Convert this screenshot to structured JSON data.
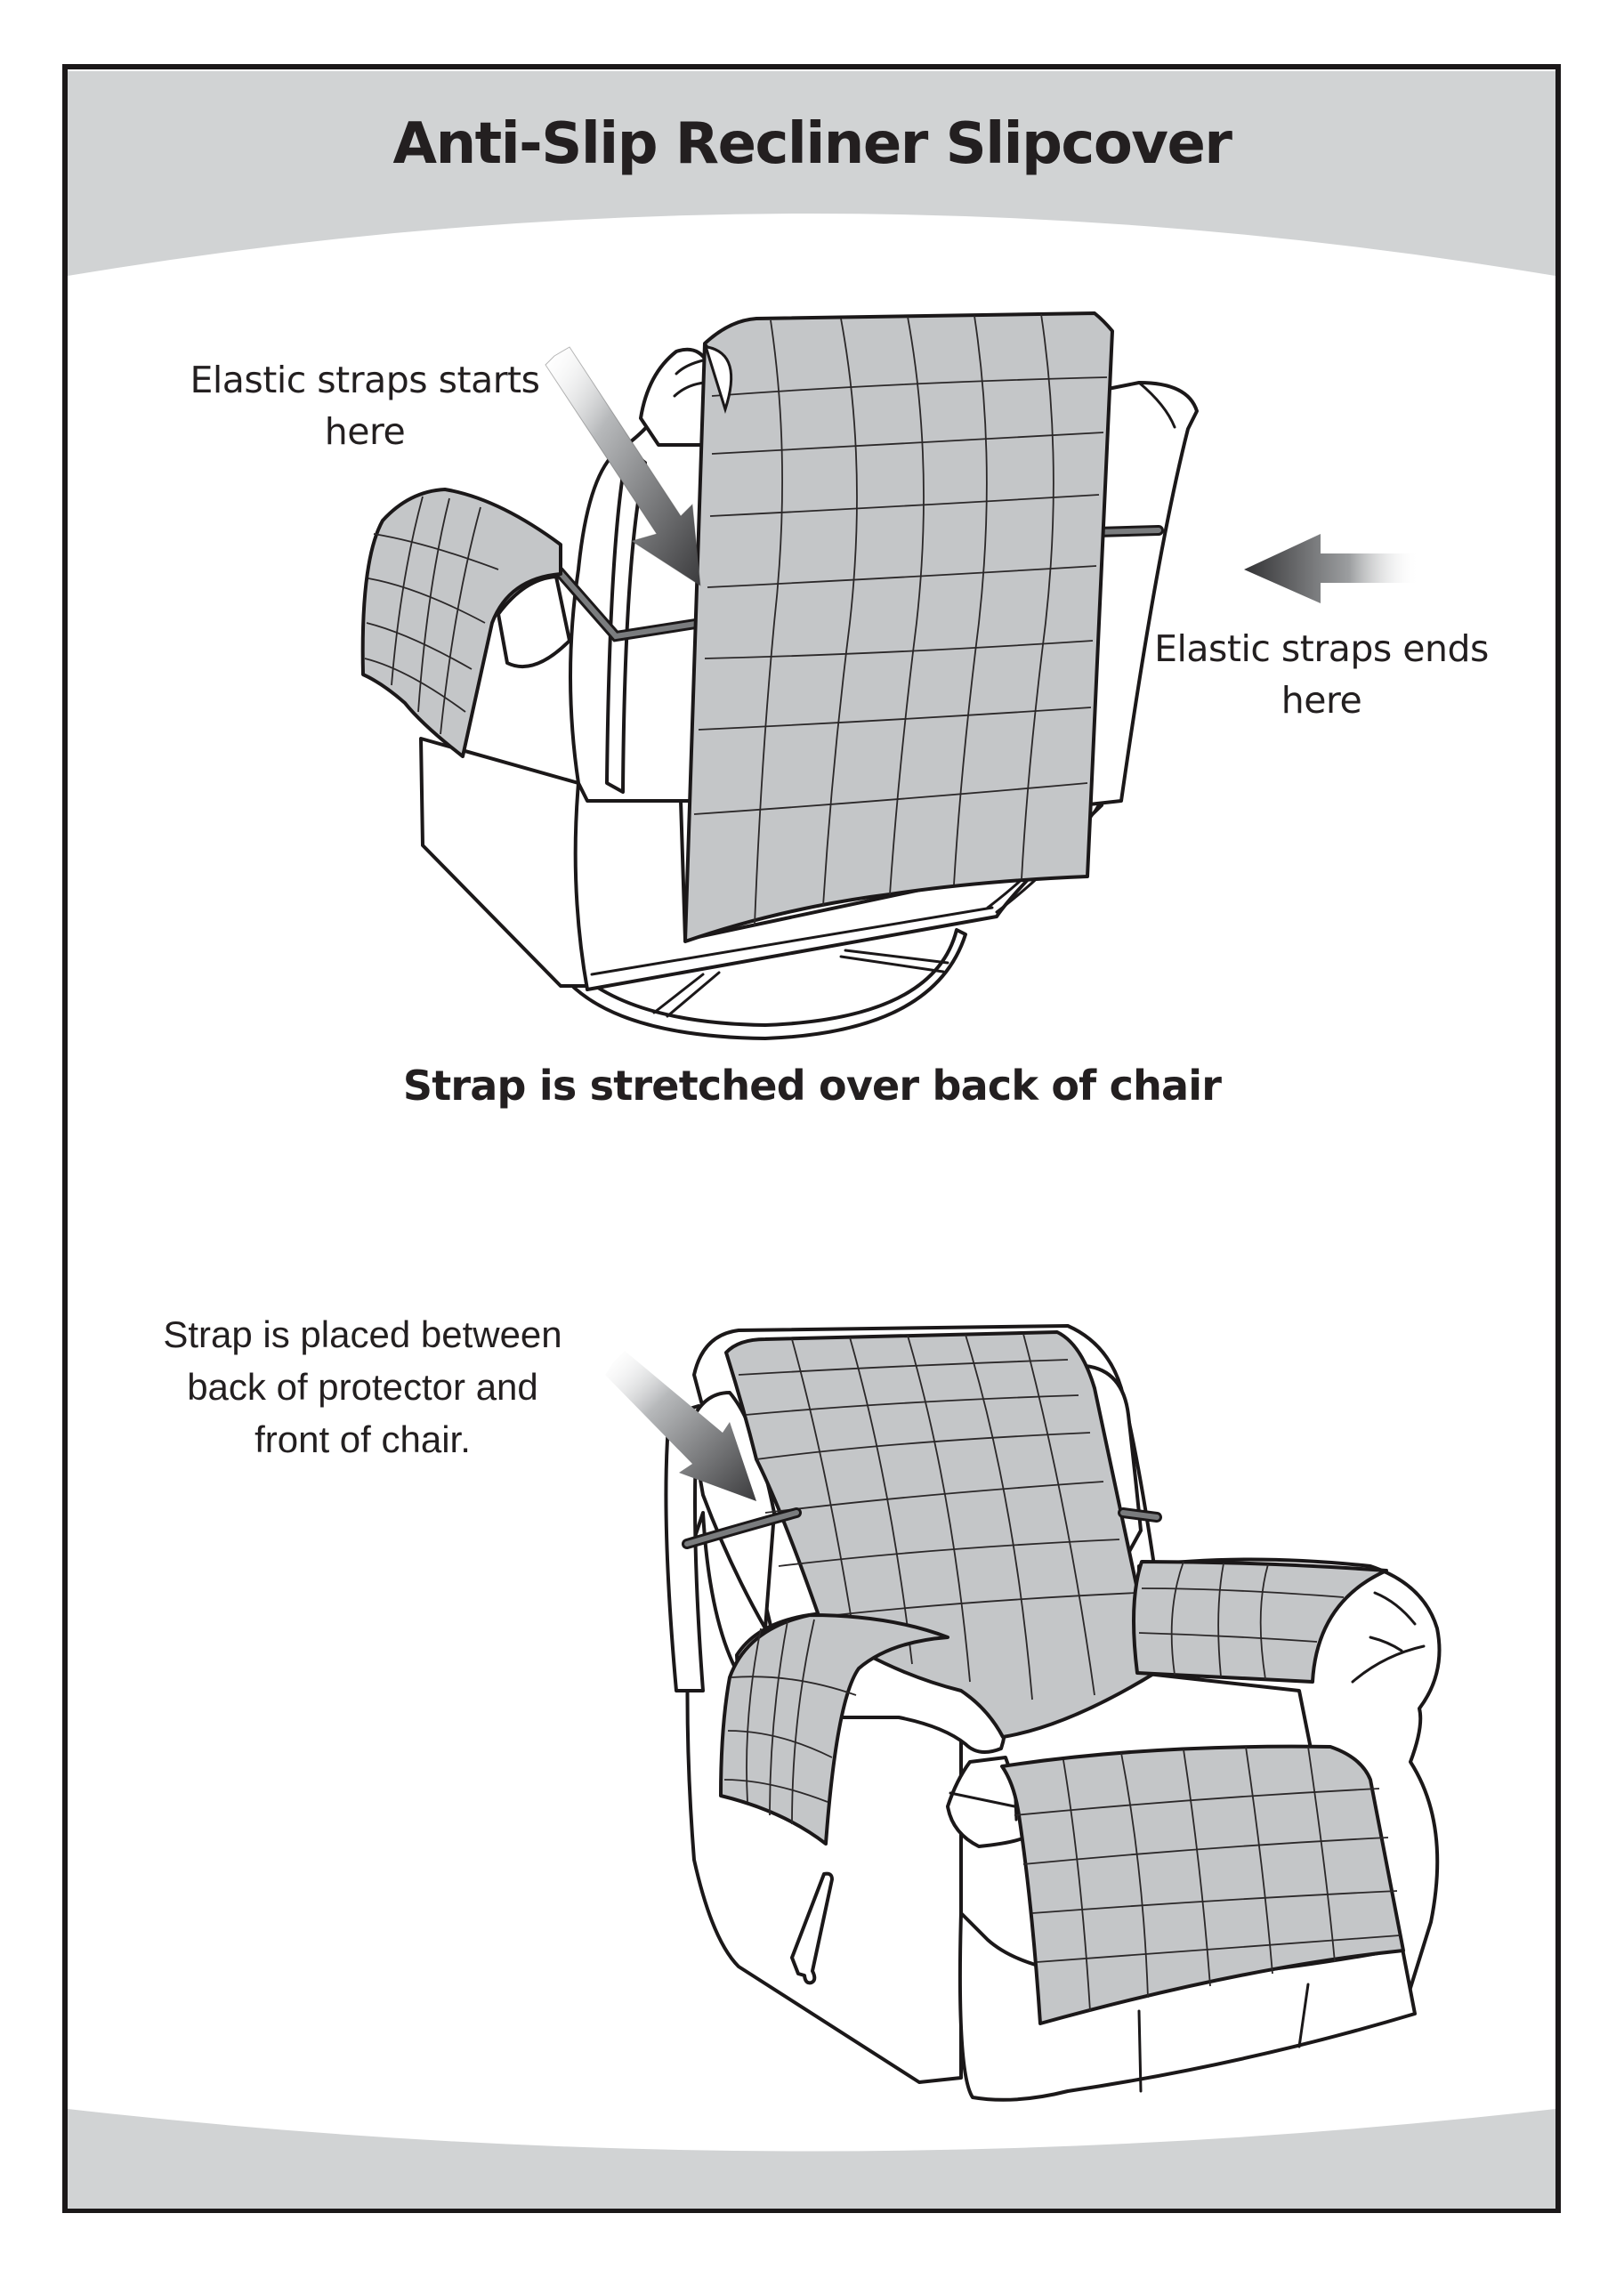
{
  "page": {
    "title": "Anti-Slip Recliner Slipcover",
    "colors": {
      "band_gray": "#d1d3d4",
      "cover_gray": "#c4c6c8",
      "strap_gray": "#6d6f71",
      "ink": "#231f20"
    }
  },
  "figure_1": {
    "label_start": [
      "Elastic straps starts",
      "here"
    ],
    "label_end": [
      "Elastic straps ends",
      "here"
    ],
    "caption": "Strap is stretched over back of chair",
    "icons": [
      "arrow-down-right-icon",
      "arrow-left-icon",
      "recliner-back-view-illustration"
    ]
  },
  "figure_2": {
    "label": [
      "Strap is placed between",
      "back of protector and",
      "front of chair."
    ],
    "icons": [
      "arrow-down-right-icon",
      "recliner-front-view-illustration"
    ]
  }
}
